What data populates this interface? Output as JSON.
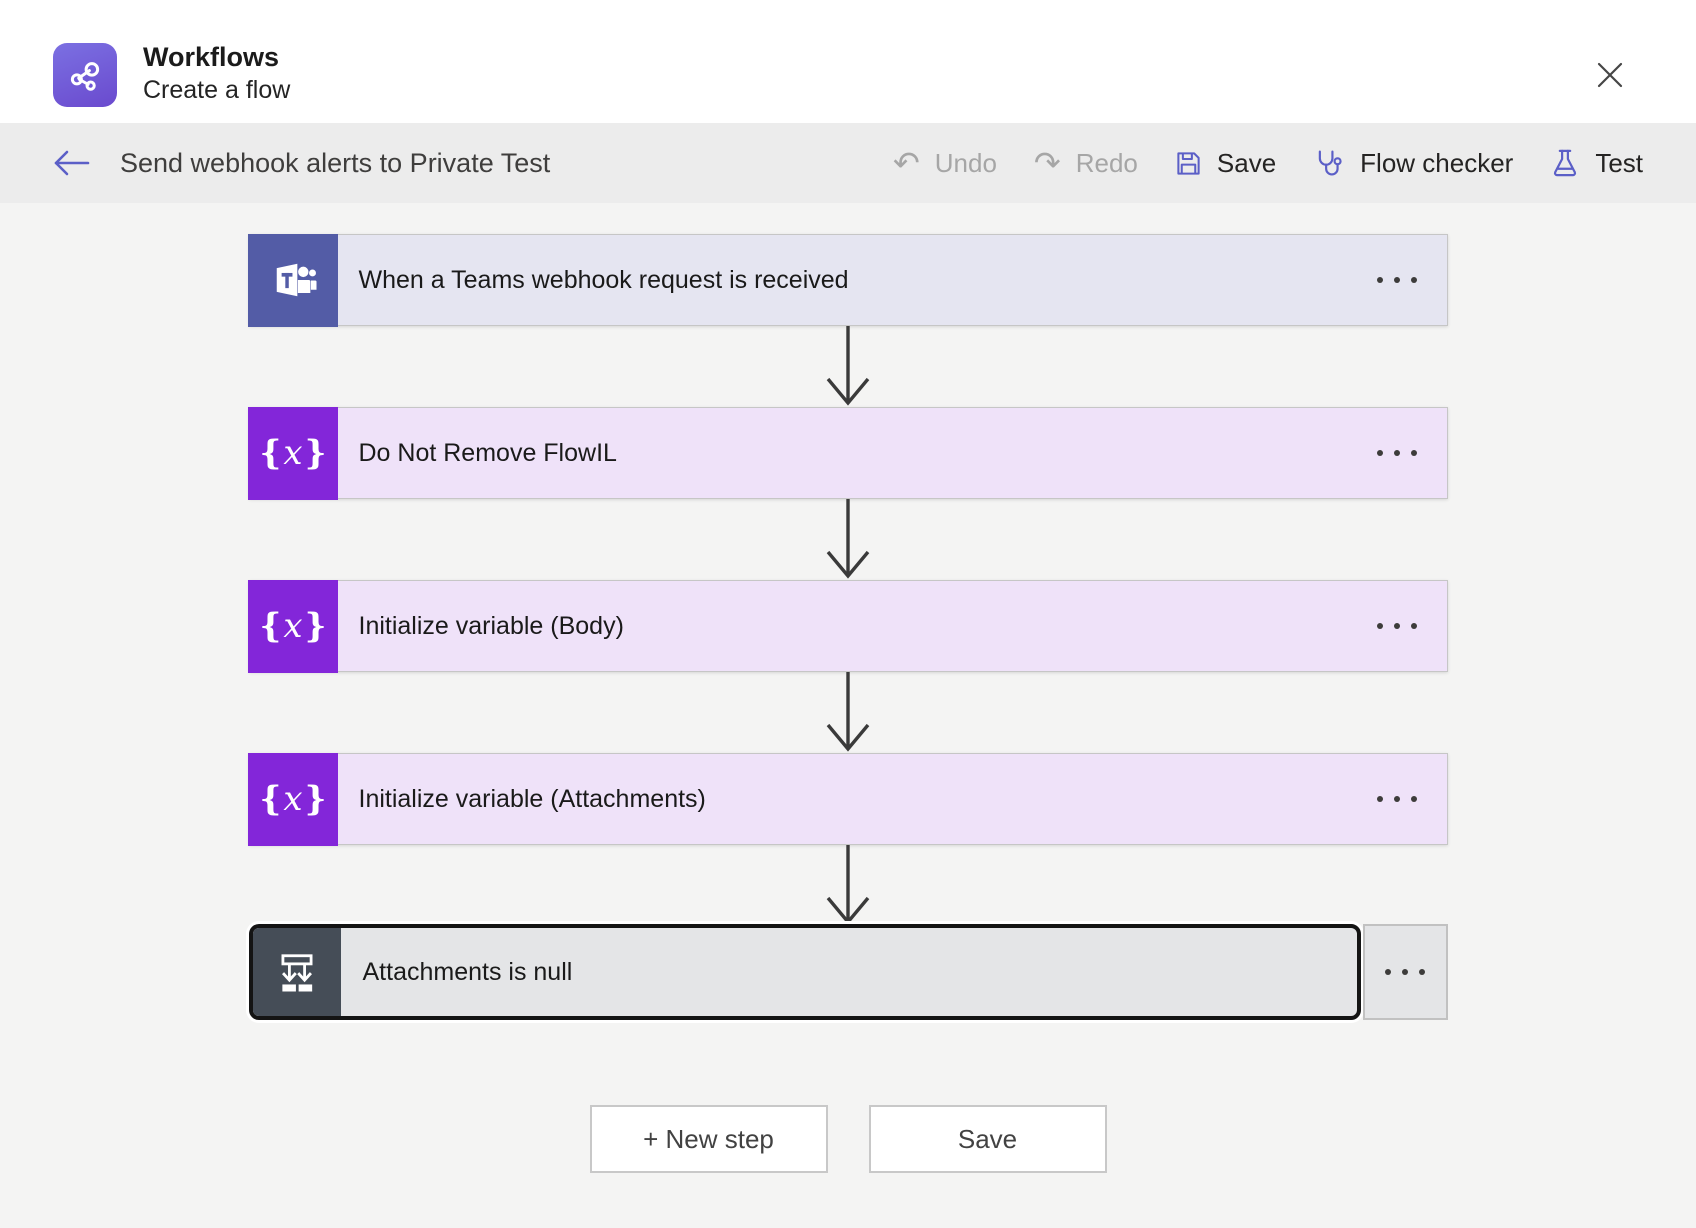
{
  "header": {
    "app_title": "Workflows",
    "app_subtitle": "Create a flow"
  },
  "toolbar": {
    "flow_name": "Send webhook alerts to Private Test",
    "undo_label": "Undo",
    "redo_label": "Redo",
    "save_label": "Save",
    "flow_checker_label": "Flow checker",
    "test_label": "Test"
  },
  "icons": {
    "workflows_app": "share-nodes-icon",
    "variable_brace_open": "{",
    "variable_x": "x",
    "variable_brace_close": "}",
    "undo_glyph": "↶",
    "redo_glyph": "↷"
  },
  "flow": {
    "steps": [
      {
        "title": "When a Teams webhook request is received",
        "icon": "teams-icon",
        "kind": "trigger",
        "selected": false
      },
      {
        "title": "Do Not Remove FlowIL",
        "icon": "variable-icon",
        "kind": "action",
        "selected": false
      },
      {
        "title": "Initialize variable (Body)",
        "icon": "variable-icon",
        "kind": "action",
        "selected": false
      },
      {
        "title": "Initialize variable (Attachments)",
        "icon": "variable-icon",
        "kind": "action",
        "selected": false
      },
      {
        "title": "Attachments is null",
        "icon": "condition-icon",
        "kind": "condition",
        "selected": true
      }
    ]
  },
  "footer": {
    "new_step_label": "+ New step",
    "save_label": "Save"
  },
  "colors": {
    "accent_purple": "#5b5fc7",
    "teams_icon_bg": "#535ca6",
    "teams_step_bg": "#e5e5f1",
    "variable_icon_bg": "#8326d9",
    "variable_step_bg": "#efe2f9",
    "condition_icon_bg": "#454d57",
    "condition_step_bg": "#e4e5e7",
    "selected_border": "#141414",
    "toolbar_bg": "#ececec",
    "canvas_bg": "#f4f4f3",
    "disabled_text": "#a6a6a6"
  }
}
